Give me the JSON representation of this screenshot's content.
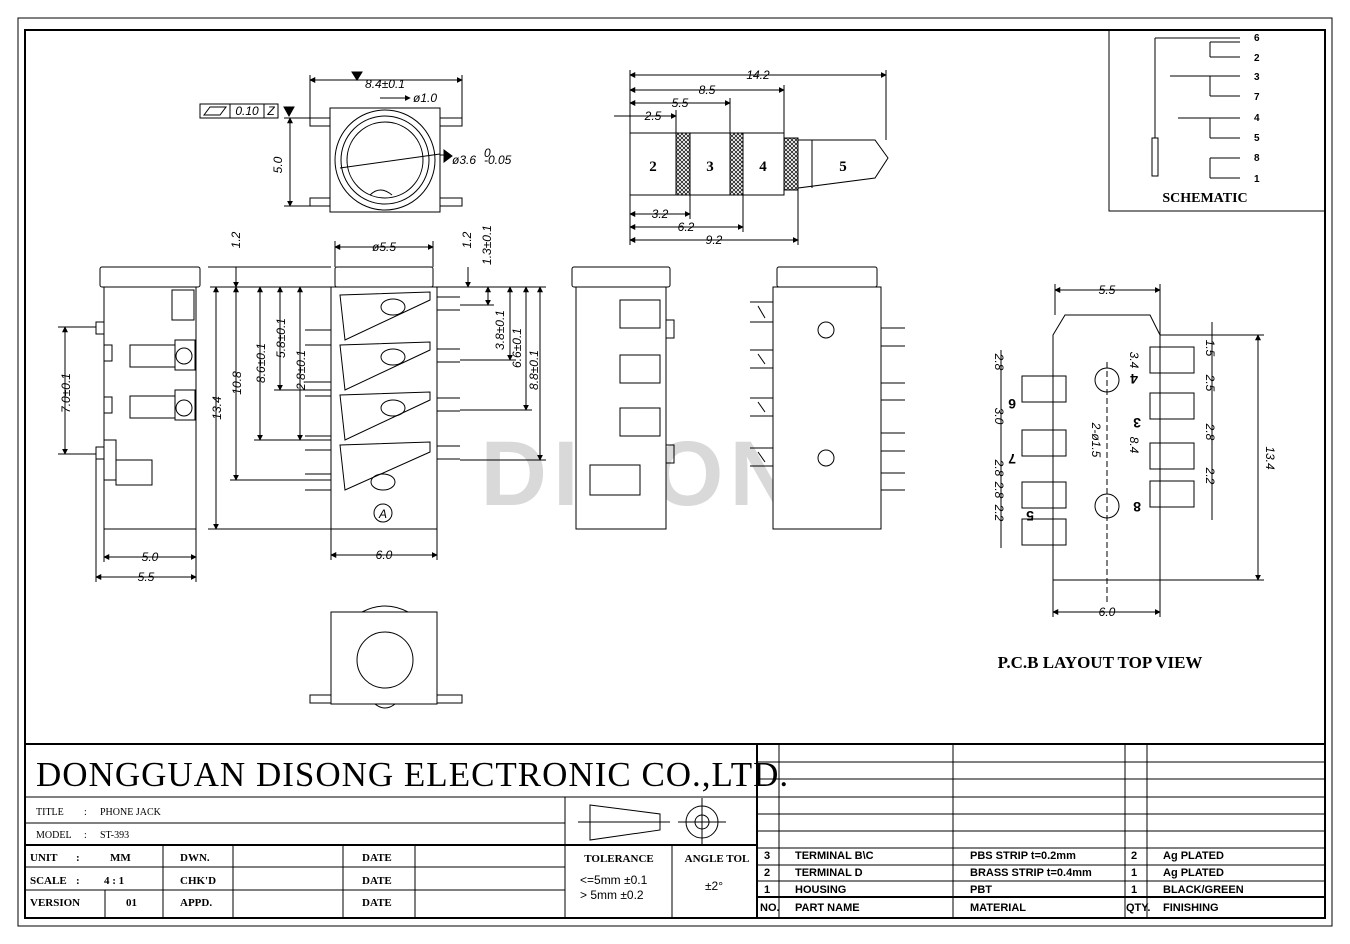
{
  "company": "DONGGUAN DISONG ELECTRONIC CO.,LTD.",
  "watermark": "DISONG",
  "title_block": {
    "title_label": "TITLE",
    "colon": ":",
    "title_value": "PHONE JACK",
    "model_label": "MODEL",
    "model_value": "ST-393",
    "unit_label": "UNIT",
    "unit_value": "MM",
    "scale_label": "SCALE",
    "scale_value": "4 : 1",
    "version_label": "VERSION",
    "version_value": "01",
    "dwn_label": "DWN.",
    "chkd_label": "CHK'D",
    "appd_label": "APPD.",
    "date_label": "DATE",
    "tolerance_label": "TOLERANCE",
    "tol_line1": "<=5mm ±0.1",
    "tol_line2": "> 5mm ±0.2",
    "angle_label": "ANGLE TOL",
    "angle_value": "±2°"
  },
  "bom": {
    "headers": [
      "NO.",
      "PART NAME",
      "MATERIAL",
      "QTY.",
      "FINISHING"
    ],
    "rows": [
      {
        "no": "3",
        "part": "TERMINAL B\\C",
        "material": "PBS STRIP  t=0.2mm",
        "qty": "2",
        "finish": "Ag PLATED"
      },
      {
        "no": "2",
        "part": "TERMINAL D",
        "material": "BRASS STRIP  t=0.4mm",
        "qty": "1",
        "finish": "Ag PLATED"
      },
      {
        "no": "1",
        "part": "HOUSING",
        "material": "PBT",
        "qty": "1",
        "finish": "BLACK/GREEN"
      }
    ]
  },
  "schematic": {
    "title": "SCHEMATIC",
    "pins": [
      "6",
      "2",
      "3",
      "7",
      "4",
      "5",
      "8",
      "1"
    ]
  },
  "pcb": {
    "title": "P.C.B LAYOUT TOP VIEW",
    "dims": [
      "5.5",
      "6.0",
      "13.4",
      "2.8",
      "3.0",
      "2.8",
      "2.8",
      "2.2",
      "1.5",
      "2.5",
      "2.8",
      "2.2",
      "3.4",
      "2-ø1.5",
      "8.4"
    ],
    "pads": [
      "6",
      "7",
      "5",
      "4",
      "3",
      "8"
    ]
  },
  "plug": {
    "segments": [
      "2",
      "3",
      "4",
      "5"
    ],
    "dims": [
      "14.2",
      "8.5",
      "5.5",
      "2.5",
      "3.2",
      "6.2",
      "9.2"
    ]
  },
  "top_view": {
    "flatness_value": "0.10",
    "flatness_datum": "Z",
    "dims": [
      "8.4±0.1",
      "ø1.0",
      "5.0",
      "ø3.6"
    ],
    "tol_sup": "0",
    "tol_sub": "-0.05"
  },
  "side_view": {
    "dims": [
      "7.0±0.1",
      "5.0",
      "5.5"
    ]
  },
  "front_view": {
    "dims": [
      "1.2",
      "ø5.5",
      "1.2",
      "1.3±0.1",
      "13.4",
      "10.8",
      "8.6±0.1",
      "5.8±0.1",
      "2.8±0.1",
      "3.8±0.1",
      "6.6±0.1",
      "8.8±0.1",
      "6.0"
    ],
    "label_a": "A"
  }
}
